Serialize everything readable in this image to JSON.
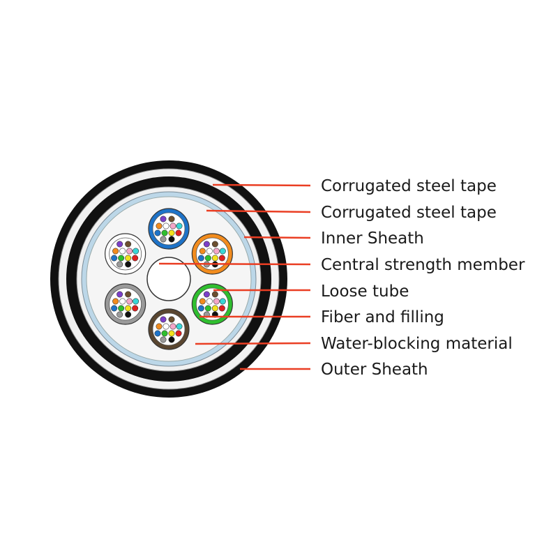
{
  "labels": [
    "Corrugated steel tape",
    "Corrugated steel tape",
    "Inner Sheath",
    "Central strength member",
    "Loose tube",
    "Fiber and filling",
    "Water-blocking material",
    "Outer Sheath"
  ],
  "colors": {
    "sheath": "#111111",
    "tape": "#eeeeee",
    "water_blocking": "#bcd7e8",
    "leader_line": "#ea3e23",
    "tube_blue": "#1e73c8",
    "tube_orange": "#f28c1e",
    "tube_green": "#2fbf2f",
    "tube_brown": "#5a4630",
    "tube_gray": "#9a9a9a",
    "tube_white": "#ffffff"
  },
  "fiber_colors": [
    "#1e73c8",
    "#f28c1e",
    "#2fbf2f",
    "#6b4f2f",
    "#9a9a9a",
    "#ffffff",
    "#e02020",
    "#111111",
    "#f2e21e",
    "#7b3fc8",
    "#f4a6c8",
    "#38d6d6"
  ]
}
